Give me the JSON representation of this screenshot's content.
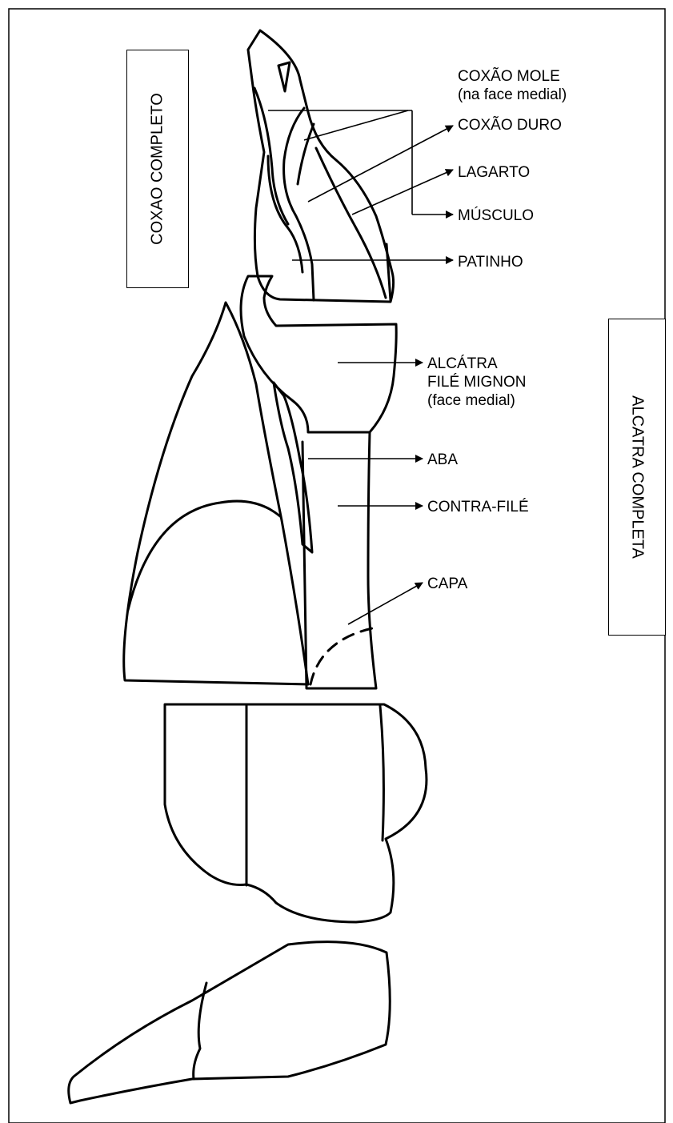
{
  "boxes": {
    "coxao_completo": "COXAO COMPLETO",
    "alcatra_completa": "ALCATRA COMPLETA"
  },
  "labels": {
    "coxao_mole_line1": "COXÃO MOLE",
    "coxao_mole_line2": "(na face medial)",
    "coxao_duro": "COXÃO DURO",
    "lagarto": "LAGARTO",
    "musculo": "MÚSCULO",
    "patinho": "PATINHO",
    "alcatra": "ALCÁTRA",
    "file_mignon_line1": "FILÉ MIGNON",
    "file_mignon_line2": "(face medial)",
    "aba": "ABA",
    "contra_file": "CONTRA-FILÉ",
    "capa": "CAPA"
  },
  "colors": {
    "line": "#000000",
    "background": "#ffffff"
  }
}
